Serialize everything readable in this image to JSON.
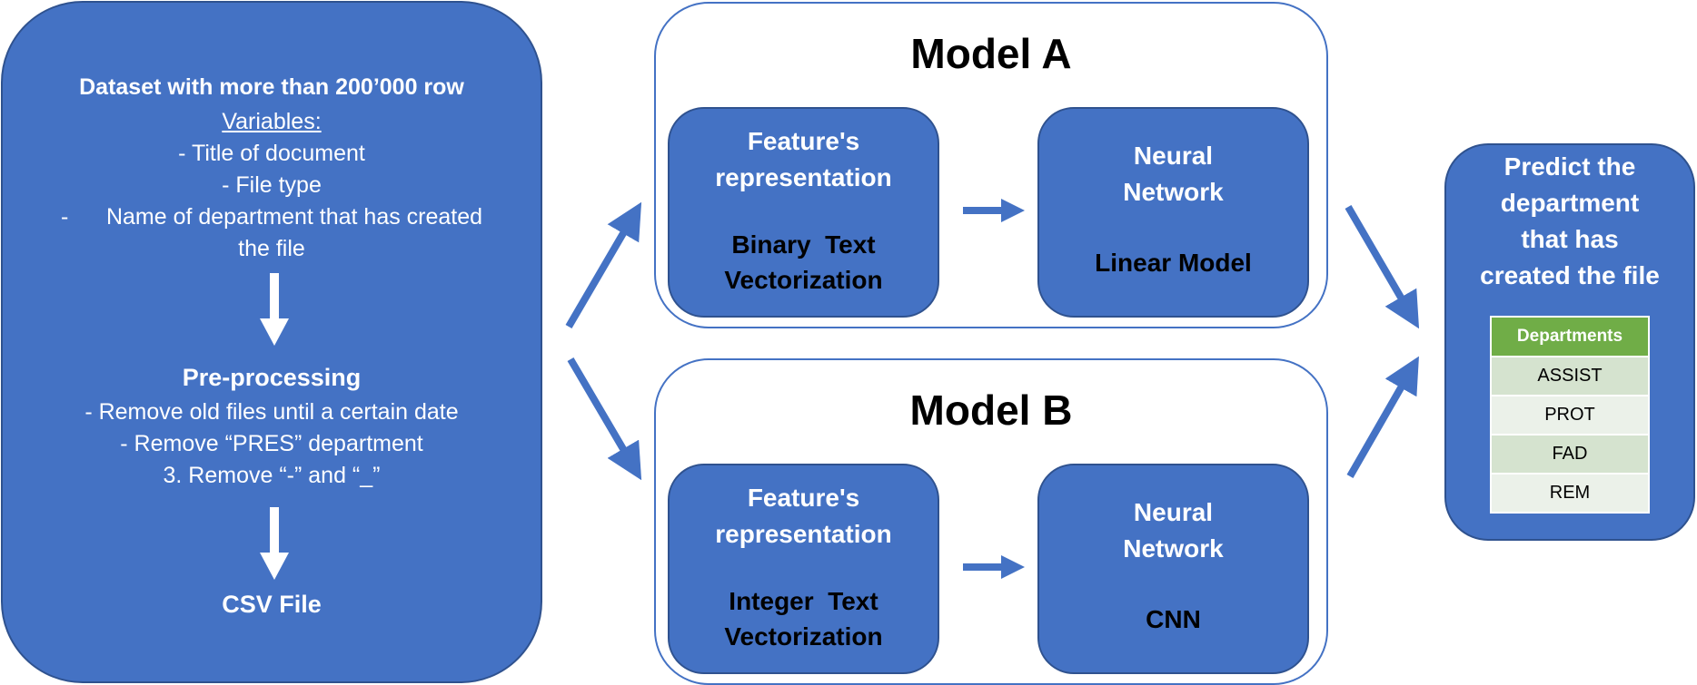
{
  "dataset": {
    "title": "Dataset with more than 200’000 row",
    "variables_label": "Variables:",
    "variables": [
      "- Title of document",
      "- File type",
      "-      Name of department that has created",
      "the file"
    ]
  },
  "preprocessing": {
    "title": "Pre-processing",
    "steps": [
      "- Remove old files until a certain date",
      "- Remove “PRES” department",
      "3. Remove “-” and “_”"
    ]
  },
  "csv": {
    "label": "CSV File"
  },
  "model_a": {
    "title": "Model A",
    "feature": {
      "heading1": "Feature's",
      "heading2": "representation",
      "method1": "Binary  Text",
      "method2": "Vectorization"
    },
    "network": {
      "heading1": "Neural",
      "heading2": "Network",
      "model": "Linear Model"
    }
  },
  "model_b": {
    "title": "Model B",
    "feature": {
      "heading1": "Feature's",
      "heading2": "representation",
      "method1": "Integer  Text",
      "method2": "Vectorization"
    },
    "network": {
      "heading1": "Neural",
      "heading2": "Network",
      "model": "CNN"
    }
  },
  "predict": {
    "lines": [
      "Predict the",
      "department",
      "that has",
      "created the file"
    ],
    "table_header": "Departments",
    "departments": [
      "ASSIST",
      "PROT",
      "FAD",
      "REM"
    ]
  },
  "colors": {
    "box_blue": "#4472c4",
    "border_blue": "#2f528f",
    "table_header_green": "#70ad47",
    "table_row_dark": "#d5e3cf",
    "table_row_light": "#ebf1e9"
  }
}
